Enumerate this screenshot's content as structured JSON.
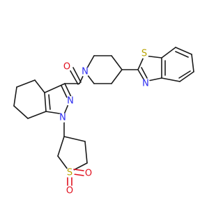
{
  "molecule": {
    "atoms": {
      "O_carbonyl": {
        "symbol": "O",
        "color": "#e0101e"
      },
      "N_piperidine": {
        "symbol": "N",
        "color": "#2c2cf0"
      },
      "S_benzothiazole": {
        "symbol": "S",
        "color": "#b8a300"
      },
      "N_benzothiazole": {
        "symbol": "N",
        "color": "#2c2cf0"
      },
      "N_pyrazole_2": {
        "symbol": "N",
        "color": "#2c2cf0"
      },
      "N_pyrazole_1": {
        "symbol": "N",
        "color": "#2c2cf0"
      },
      "S_sulfolane": {
        "symbol": "S",
        "color": "#b8a300"
      },
      "O_sulfonyl_right": {
        "symbol": "O",
        "color": "#e0101e"
      },
      "O_sulfonyl_down": {
        "symbol": "O",
        "color": "#e0101e"
      }
    },
    "colors": {
      "carbon_bond": "#1a1a1a",
      "nitrogen": "#2c2cf0",
      "oxygen": "#e0101e",
      "sulfur": "#b8a300",
      "background": "#ffffff"
    }
  }
}
